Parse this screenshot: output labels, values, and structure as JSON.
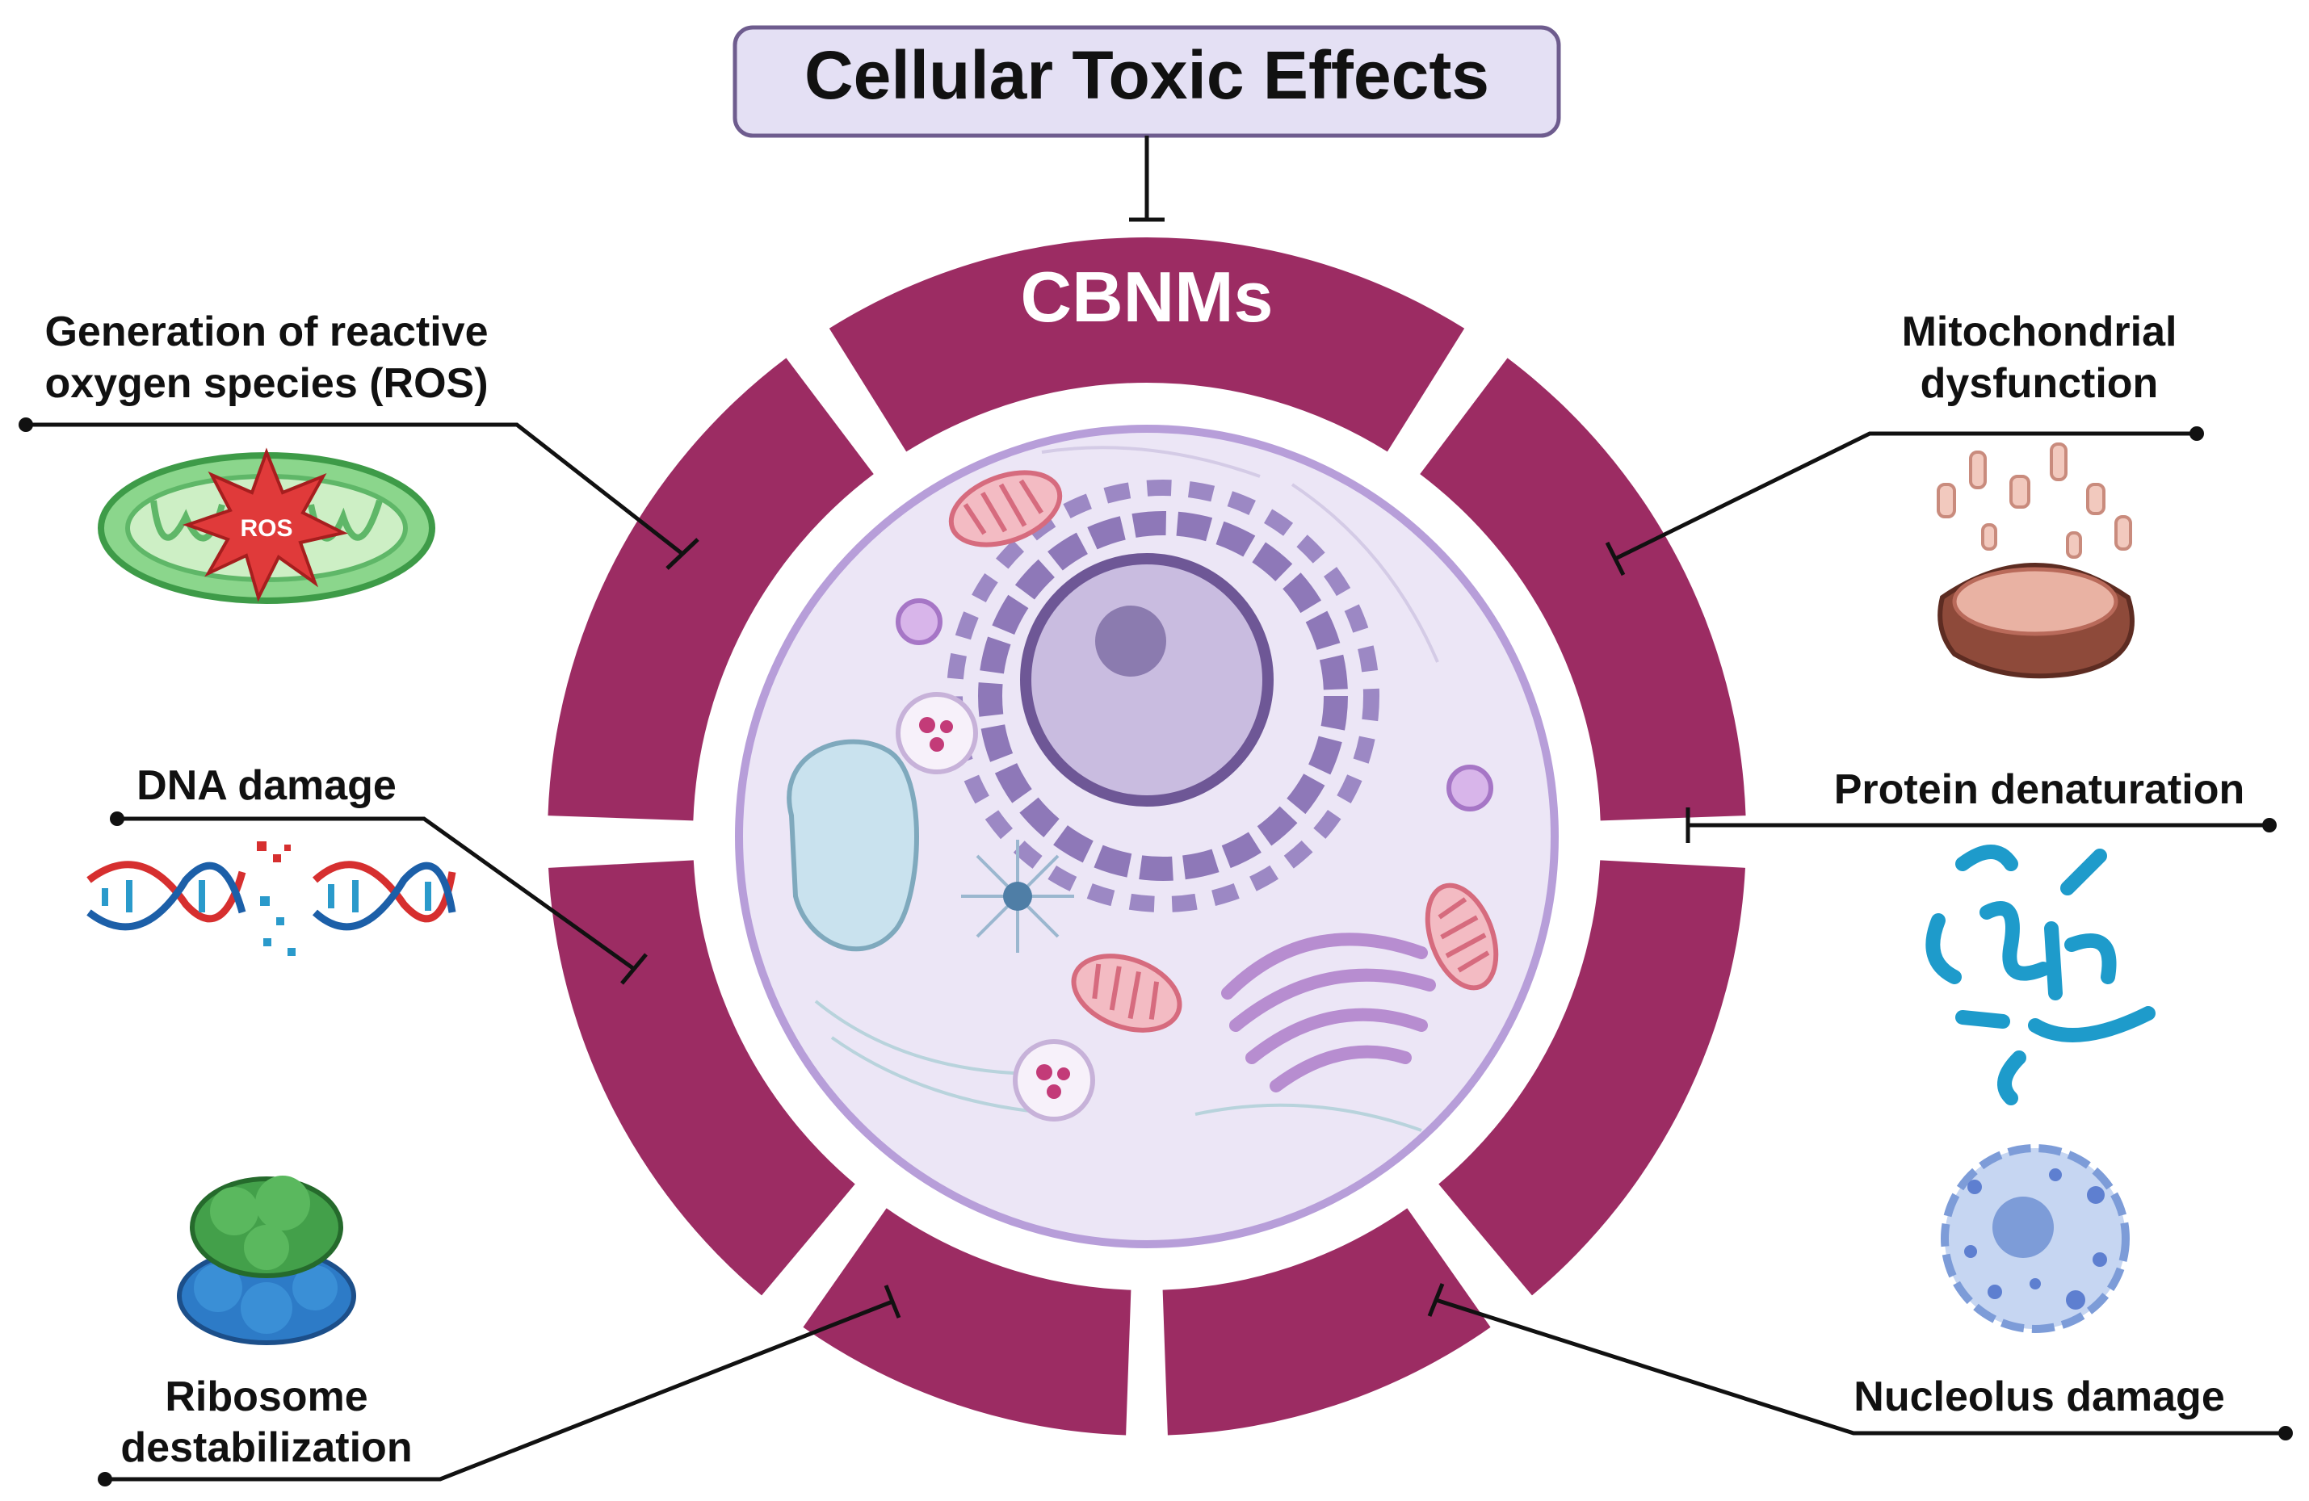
{
  "title": "Cellular Toxic Effects",
  "center_label": "CBNMs",
  "colors": {
    "ring": "#9C2C63",
    "title_box_fill": "#E4E0F4",
    "title_box_stroke": "#6E5C8E",
    "cell_fill": "#ECE6F6",
    "cell_stroke": "#B79ED9",
    "nucleus": "#8E78B8"
  },
  "effects": {
    "ros": {
      "line1": "Generation of reactive",
      "line2": "oxygen species (ROS)",
      "icon": "mitochondrion-ros-icon",
      "badge": "ROS"
    },
    "dna": {
      "line1": "DNA damage",
      "icon": "dna-damage-icon"
    },
    "ribosome": {
      "line1": "Ribosome",
      "line2": "destabilization",
      "icon": "ribosome-icon"
    },
    "mito": {
      "line1": "Mitochondrial",
      "line2": "dysfunction",
      "icon": "damaged-mitochondrion-icon"
    },
    "protein": {
      "line1": "Protein denaturation",
      "icon": "denatured-protein-icon"
    },
    "nucleolus": {
      "line1": "Nucleolus damage",
      "icon": "nucleolus-icon"
    }
  }
}
